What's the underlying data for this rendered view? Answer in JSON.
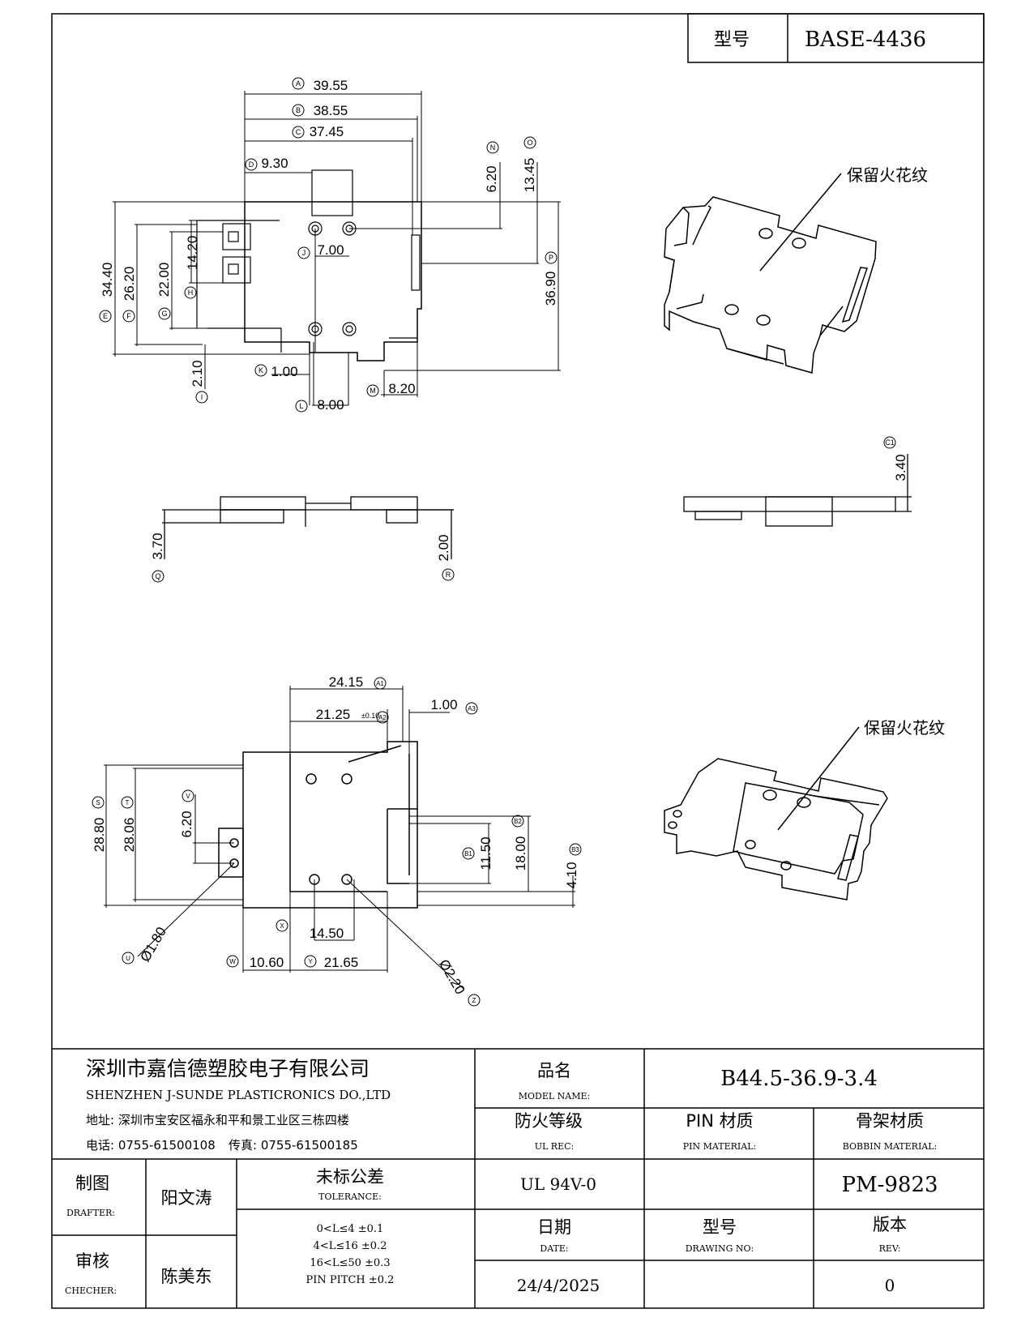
{
  "header": {
    "model_label": "型号",
    "model_value": "BASE-4436"
  },
  "annotations": {
    "retain_spark_1": "保留火花纹",
    "retain_spark_2": "保留火花纹"
  },
  "dims_top": {
    "A": "39.55",
    "B": "38.55",
    "C": "37.45",
    "D": "9.30",
    "N": "6.20",
    "O": "13.45",
    "J": "7.00",
    "H": "14.20",
    "G": "22.00",
    "F": "26.20",
    "E": "34.40",
    "P": "36.90",
    "I": "2.10",
    "K": "1.00",
    "L": "8.00",
    "M": "8.20"
  },
  "dims_side": {
    "Q": "3.70",
    "R": "2.00",
    "C1": "3.40"
  },
  "dims_bottom": {
    "A1": "24.15",
    "A2": "21.25",
    "A2_tol": "±0.10",
    "A3": "1.00",
    "S": "28.80",
    "T": "28.06",
    "V": "6.20",
    "B1": "11.50",
    "B2": "18.00",
    "B3": "4.10",
    "U": "Ø1.80",
    "X": "14.50",
    "W": "10.60",
    "Y": "21.65",
    "Z": "Ø2.20"
  },
  "labels": {
    "A": "A",
    "B": "B",
    "C": "C",
    "D": "D",
    "E": "E",
    "F": "F",
    "G": "G",
    "H": "H",
    "I": "I",
    "J": "J",
    "K": "K",
    "L": "L",
    "M": "M",
    "N": "N",
    "O": "O",
    "P": "P",
    "Q": "Q",
    "R": "R",
    "C1": "C1",
    "A1": "A1",
    "A2": "A2",
    "A3": "A3",
    "S": "S",
    "T": "T",
    "V": "V",
    "B1": "B1",
    "B2": "B2",
    "B3": "B3",
    "U": "U",
    "X": "X",
    "W": "W",
    "Y": "Y",
    "Z": "Z"
  },
  "title_block": {
    "company_cn": "深圳市嘉信德塑胶电子有限公司",
    "company_en": "SHENZHEN J-SUNDE PLASTICRONICS DO.,LTD",
    "address": "地址: 深圳市宝安区福永和平和景工业区三栋四楼",
    "tel": "电话: 0755-61500108",
    "fax": "传真: 0755-61500185",
    "product_name_cn": "品名",
    "product_name_en": "MODEL NAME:",
    "product_name_value": "B44.5-36.9-3.4",
    "fire_cn": "防火等级",
    "fire_en": "UL REC:",
    "fire_value": "UL 94V-0",
    "pin_mat_cn": "PIN 材质",
    "pin_mat_en": "PIN MATERIAL:",
    "pin_mat_value": "",
    "bobbin_mat_cn": "骨架材质",
    "bobbin_mat_en": "BOBBIN MATERIAL:",
    "bobbin_mat_value": "PM-9823",
    "drafter_cn": "制图",
    "drafter_en": "DRAFTER:",
    "drafter_value": "阳文涛",
    "checker_cn": "审核",
    "checker_en": "CHECHER:",
    "checker_value": "陈美东",
    "tolerance_cn": "未标公差",
    "tolerance_en": "TOLERANCE:",
    "tol_lines": [
      "0<L≤4  ±0.1",
      "4<L≤16  ±0.2",
      "16<L≤50  ±0.3",
      "PIN PITCH  ±0.2"
    ],
    "date_cn": "日期",
    "date_en": "DATE:",
    "date_value": "24/4/2025",
    "drawing_cn": "型号",
    "drawing_en": "DRAWING NO:",
    "drawing_value": "",
    "rev_cn": "版本",
    "rev_en": "REV:",
    "rev_value": "0"
  }
}
